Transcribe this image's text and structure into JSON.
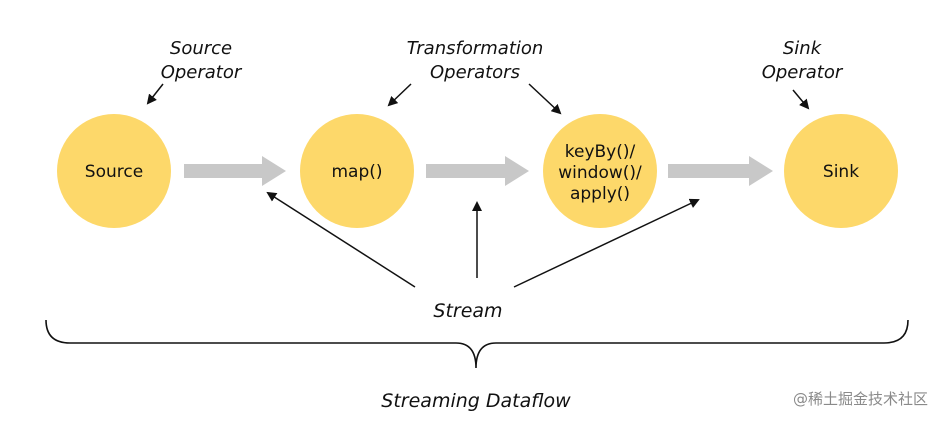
{
  "nodes": [
    {
      "id": "source",
      "label": "Source"
    },
    {
      "id": "map",
      "label": "map()"
    },
    {
      "id": "keyby",
      "label_lines": [
        "keyBy()/",
        "window()/",
        "apply()"
      ]
    },
    {
      "id": "sink",
      "label": "Sink"
    }
  ],
  "annotations": {
    "source": [
      "Source",
      "Operator"
    ],
    "transformation": [
      "Transformation",
      "Operators"
    ],
    "sink": [
      "Sink",
      "Operator"
    ]
  },
  "stream_label": "Stream",
  "dataflow_label": "Streaming Dataflow",
  "watermark": "@稀土掘金技术社区",
  "colors": {
    "node_fill": "#FDD86A",
    "flow_arrow": "#C8C8C8",
    "line": "#111111"
  }
}
